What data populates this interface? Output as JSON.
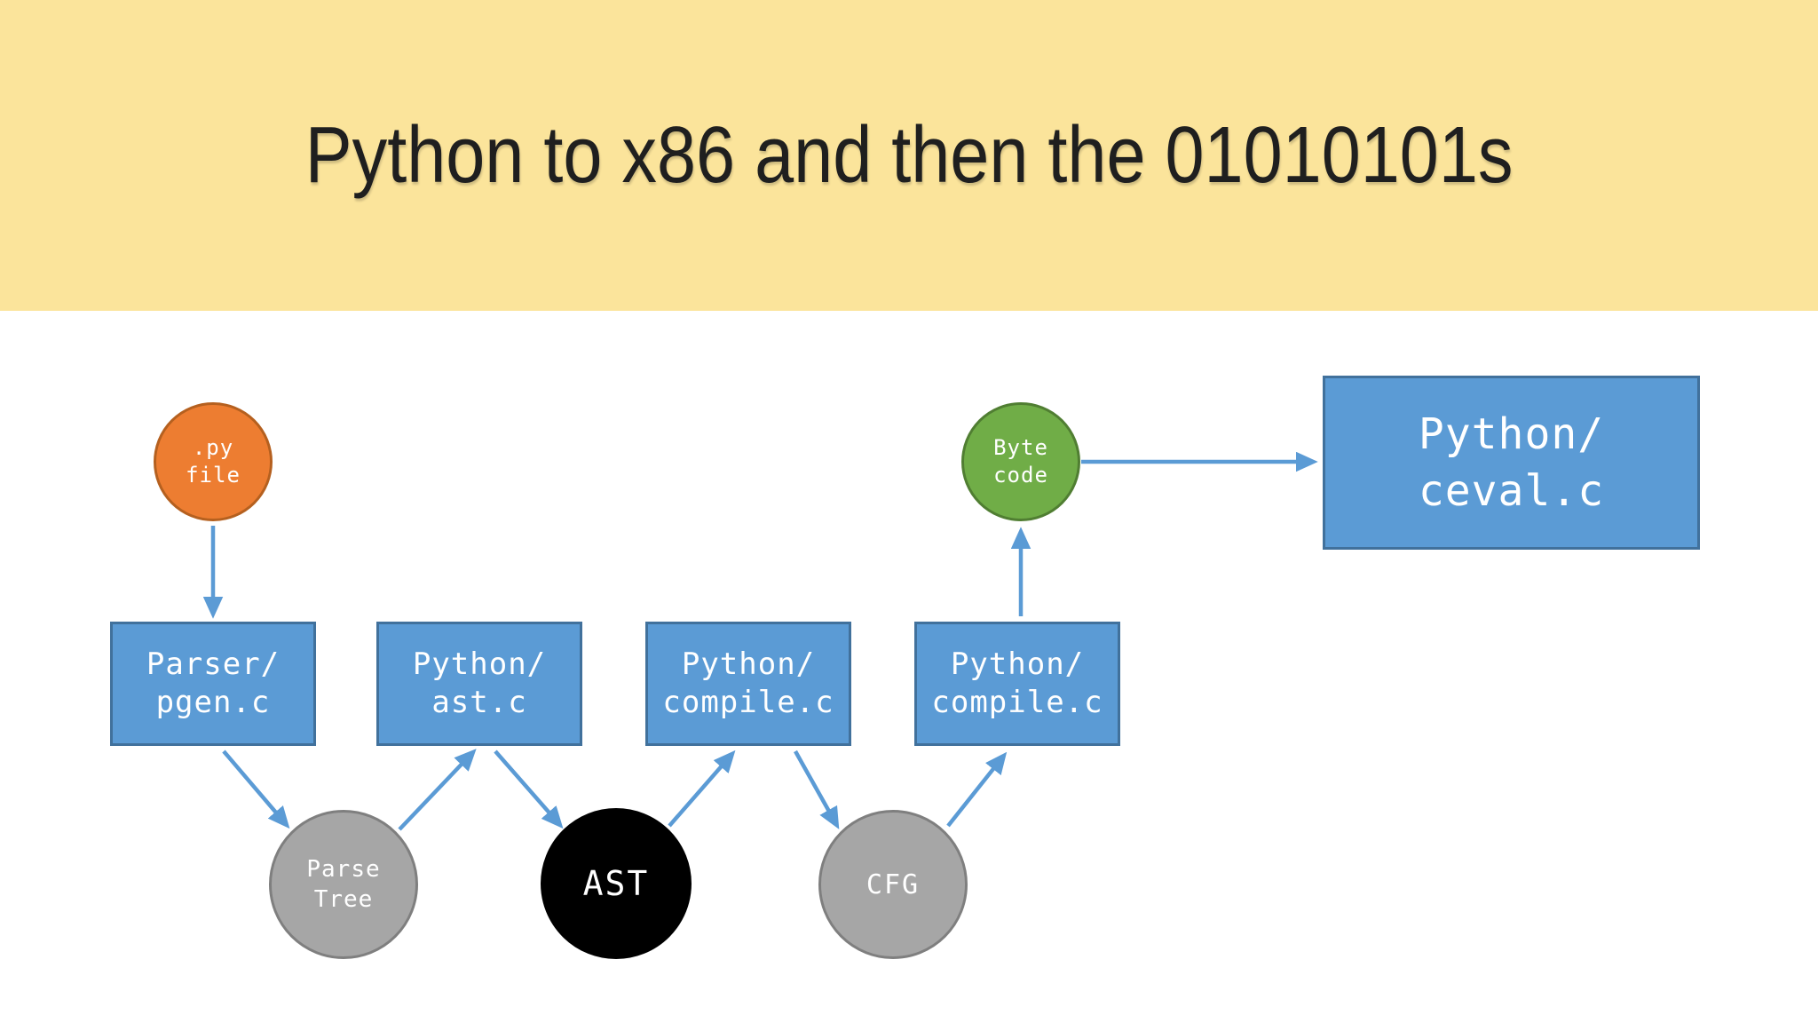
{
  "title": "Python to x86 and then the 01010101s",
  "diagram": {
    "nodes": [
      {
        "id": "py-file",
        "shape": "circle",
        "label": ".py\nfile",
        "fill": "#ED7D31",
        "border": "#B5601F",
        "text": "#FFFFFF"
      },
      {
        "id": "parser-pgen",
        "shape": "rect",
        "label": "Parser/\npgen.c",
        "fill": "#5B9BD5",
        "border": "#41719C",
        "text": "#FFFFFF"
      },
      {
        "id": "parse-tree",
        "shape": "circle",
        "label": "Parse\nTree",
        "fill": "#A6A6A6",
        "border": "#7F7F7F",
        "text": "#FFFFFF"
      },
      {
        "id": "python-ast",
        "shape": "rect",
        "label": "Python/\nast.c",
        "fill": "#5B9BD5",
        "border": "#41719C",
        "text": "#FFFFFF"
      },
      {
        "id": "ast",
        "shape": "circle",
        "label": "AST",
        "fill": "#000000",
        "border": "#000000",
        "text": "#FFFFFF"
      },
      {
        "id": "python-compile-1",
        "shape": "rect",
        "label": "Python/\ncompile.c",
        "fill": "#5B9BD5",
        "border": "#41719C",
        "text": "#FFFFFF"
      },
      {
        "id": "cfg",
        "shape": "circle",
        "label": "CFG",
        "fill": "#A6A6A6",
        "border": "#7F7F7F",
        "text": "#FFFFFF"
      },
      {
        "id": "python-compile-2",
        "shape": "rect",
        "label": "Python/\ncompile.c",
        "fill": "#5B9BD5",
        "border": "#41719C",
        "text": "#FFFFFF"
      },
      {
        "id": "byte-code",
        "shape": "circle",
        "label": "Byte\ncode",
        "fill": "#70AD47",
        "border": "#507E32",
        "text": "#FFFFFF"
      },
      {
        "id": "python-ceval",
        "shape": "rect",
        "label": "Python/\nceval.c",
        "fill": "#5B9BD5",
        "border": "#41719C",
        "text": "#FFFFFF"
      }
    ],
    "edges": [
      {
        "from": "py-file",
        "to": "parser-pgen"
      },
      {
        "from": "parser-pgen",
        "to": "parse-tree"
      },
      {
        "from": "parse-tree",
        "to": "python-ast"
      },
      {
        "from": "python-ast",
        "to": "ast"
      },
      {
        "from": "ast",
        "to": "python-compile-1"
      },
      {
        "from": "python-compile-1",
        "to": "cfg"
      },
      {
        "from": "cfg",
        "to": "python-compile-2"
      },
      {
        "from": "python-compile-2",
        "to": "byte-code"
      },
      {
        "from": "byte-code",
        "to": "python-ceval"
      }
    ]
  },
  "colors": {
    "banner_yellow": "#FBE49B",
    "background": "#FFFFFF",
    "title_text": "#1F1F1F",
    "node_blue": "#5B9BD5",
    "node_blue_border": "#41719C",
    "node_orange": "#ED7D31",
    "node_orange_border": "#B5601F",
    "node_green": "#70AD47",
    "node_green_border": "#507E32",
    "node_gray": "#A6A6A6",
    "node_gray_border": "#7F7F7F",
    "node_black": "#000000",
    "arrow_blue": "#5B9BD5"
  }
}
